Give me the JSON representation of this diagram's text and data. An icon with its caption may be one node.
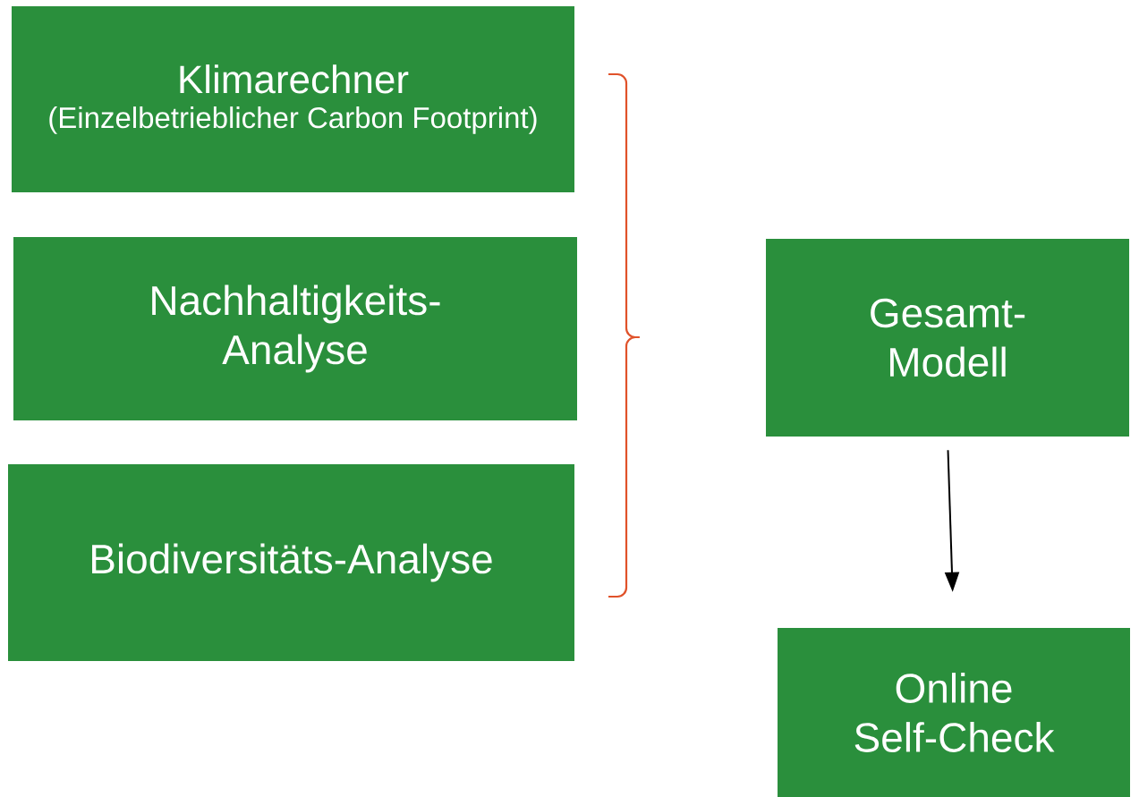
{
  "diagram": {
    "nodes": [
      {
        "text": [
          "Klimarechner",
          "(Einzelbetrieblicher Carbon Footprint)"
        ]
      },
      {
        "text": [
          "Nachhaltigkeits-Analyse"
        ]
      },
      {
        "text": [
          "Biodiversitäts-Analyse"
        ]
      },
      {
        "text": [
          "Gesamt-Modell"
        ]
      },
      {
        "text": [
          "Online Self-Check"
        ]
      }
    ],
    "edges": [
      {
        "from": 3,
        "to": 4,
        "arrow": "to"
      }
    ]
  }
}
